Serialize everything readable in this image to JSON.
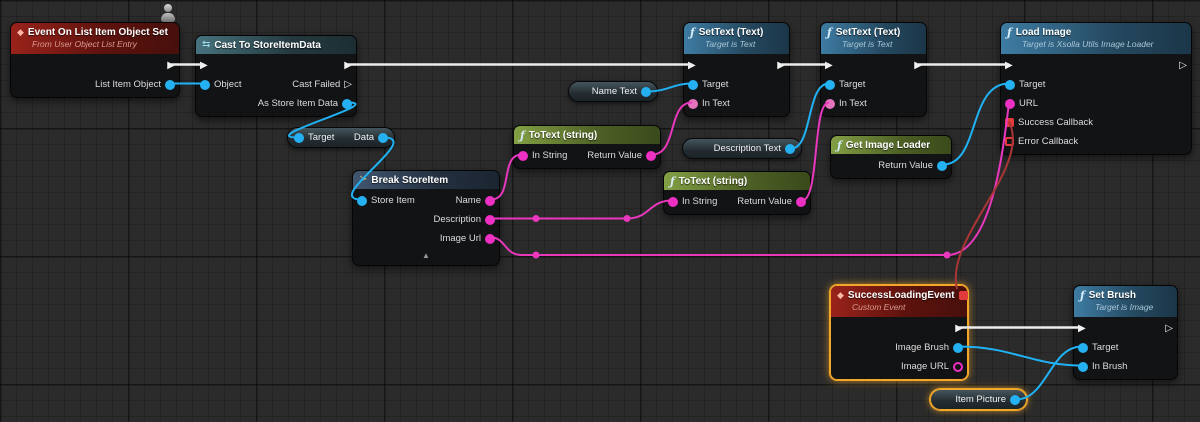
{
  "graph": {
    "icons": {
      "exec": "▶",
      "exec_open": "▷",
      "event": "◆",
      "function": "ƒ",
      "cast": "⇆",
      "break": "≻",
      "collapse": "▲"
    },
    "colors": {
      "exec_wire": "#ececec",
      "object_pin": "#25b1f1",
      "string_pin": "#ee2fc4",
      "text_pin": "#e473be",
      "delegate_pin": "#e23b3b",
      "selection": "#f3a729"
    },
    "nodes": {
      "event_list_item": {
        "title": "Event On List Item Object Set",
        "subtitle": "From User Object List Entry",
        "pins": {
          "list_item_object": "List Item Object"
        }
      },
      "cast_to_storeitemdata": {
        "title": "Cast To StoreItemData",
        "pins": {
          "object": "Object",
          "cast_failed": "Cast Failed",
          "as_store_item_data": "As Store Item Data"
        }
      },
      "get_data": {
        "pins": {
          "target": "Target",
          "data": "Data"
        }
      },
      "break_storeitem": {
        "title": "Break StoreItem",
        "pins": {
          "store_item": "Store Item",
          "name": "Name",
          "description": "Description",
          "image_url": "Image Url"
        }
      },
      "name_text": {
        "label": "Name Text"
      },
      "description_text": {
        "label": "Description Text"
      },
      "totext_name": {
        "title": "ToText (string)",
        "pins": {
          "in_string": "In String",
          "return_value": "Return Value"
        }
      },
      "totext_description": {
        "title": "ToText (string)",
        "pins": {
          "in_string": "In String",
          "return_value": "Return Value"
        }
      },
      "settext_name": {
        "title": "SetText (Text)",
        "subtitle": "Target is Text",
        "pins": {
          "target": "Target",
          "in_text": "In Text"
        }
      },
      "settext_description": {
        "title": "SetText (Text)",
        "subtitle": "Target is Text",
        "pins": {
          "target": "Target",
          "in_text": "In Text"
        }
      },
      "get_image_loader": {
        "title": "Get Image Loader",
        "pins": {
          "return_value": "Return Value"
        }
      },
      "load_image": {
        "title": "Load Image",
        "subtitle": "Target is Xsolla Utils Image Loader",
        "pins": {
          "target": "Target",
          "url": "URL",
          "success_callback": "Success Callback",
          "error_callback": "Error Callback"
        }
      },
      "success_loading_event": {
        "title": "SuccessLoadingEvent",
        "subtitle": "Custom Event",
        "pins": {
          "image_brush": "Image Brush",
          "image_url": "Image URL"
        }
      },
      "set_brush": {
        "title": "Set Brush",
        "subtitle": "Target is Image",
        "pins": {
          "target": "Target",
          "in_brush": "In Brush"
        }
      },
      "item_picture": {
        "label": "Item Picture"
      }
    }
  }
}
